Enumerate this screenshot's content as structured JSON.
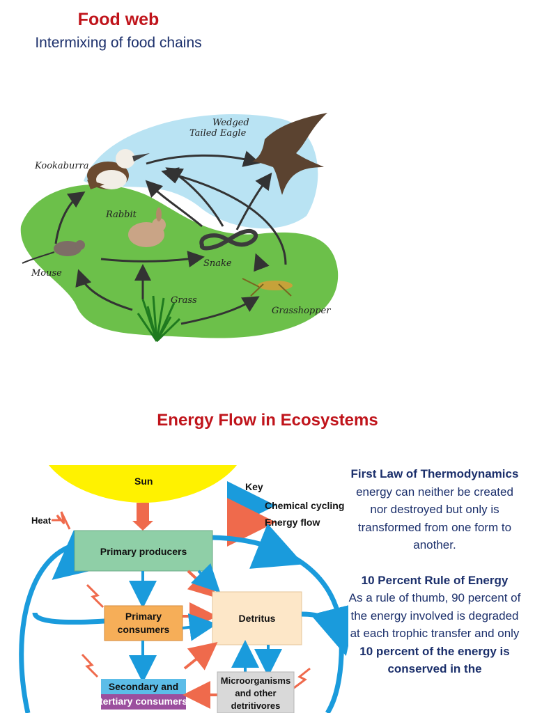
{
  "section1": {
    "title": "Food web",
    "subtitle": "Intermixing of food chains"
  },
  "foodweb": {
    "labels": {
      "eagle_line1": "Wedged",
      "eagle_line2": "Tailed Eagle",
      "kookaburra": "Kookaburra",
      "rabbit": "Rabbit",
      "mouse": "Mouse",
      "snake": "Snake",
      "grass": "Grass",
      "grasshopper": "Grasshopper"
    }
  },
  "section2": {
    "title": "Energy Flow in Ecosystems"
  },
  "energy_diagram": {
    "sun": "Sun",
    "key_title": "Key",
    "key_chemical": "Chemical cycling",
    "key_energy": "Energy flow",
    "heat": "Heat",
    "primary_producers": "Primary producers",
    "primary_consumers_l1": "Primary",
    "primary_consumers_l2": "consumers",
    "detritus": "Detritus",
    "secondary_l1": "Secondary and",
    "secondary_l2": "tertiary consumers",
    "micro_l1": "Microorganisms",
    "micro_l2": "and other",
    "micro_l3": "detritivores",
    "colors": {
      "chemical": "#1a9bdc",
      "energy": "#ef6a4c",
      "producers_box": "#8fcfa7",
      "consumers_box": "#f6ae58",
      "detritus_box": "#fde7c8",
      "secondary_box": "#5cbde8",
      "tertiary_box": "#9b4f9e",
      "micro_box": "#d9d9d9",
      "sun": "#fff200"
    }
  },
  "laws": {
    "first_law_bold": "First Law of Thermodynamics",
    "first_law_text": " energy can neither be created nor destroyed but only is transformed from one form to another.",
    "rule_bold": "10 Percent Rule of Energy",
    "rule_text": "As a rule of thumb, 90 percent of the energy involved is degraded at each trophic transfer and only ",
    "rule_bold2": "10 percent of the energy is conserved in the"
  }
}
